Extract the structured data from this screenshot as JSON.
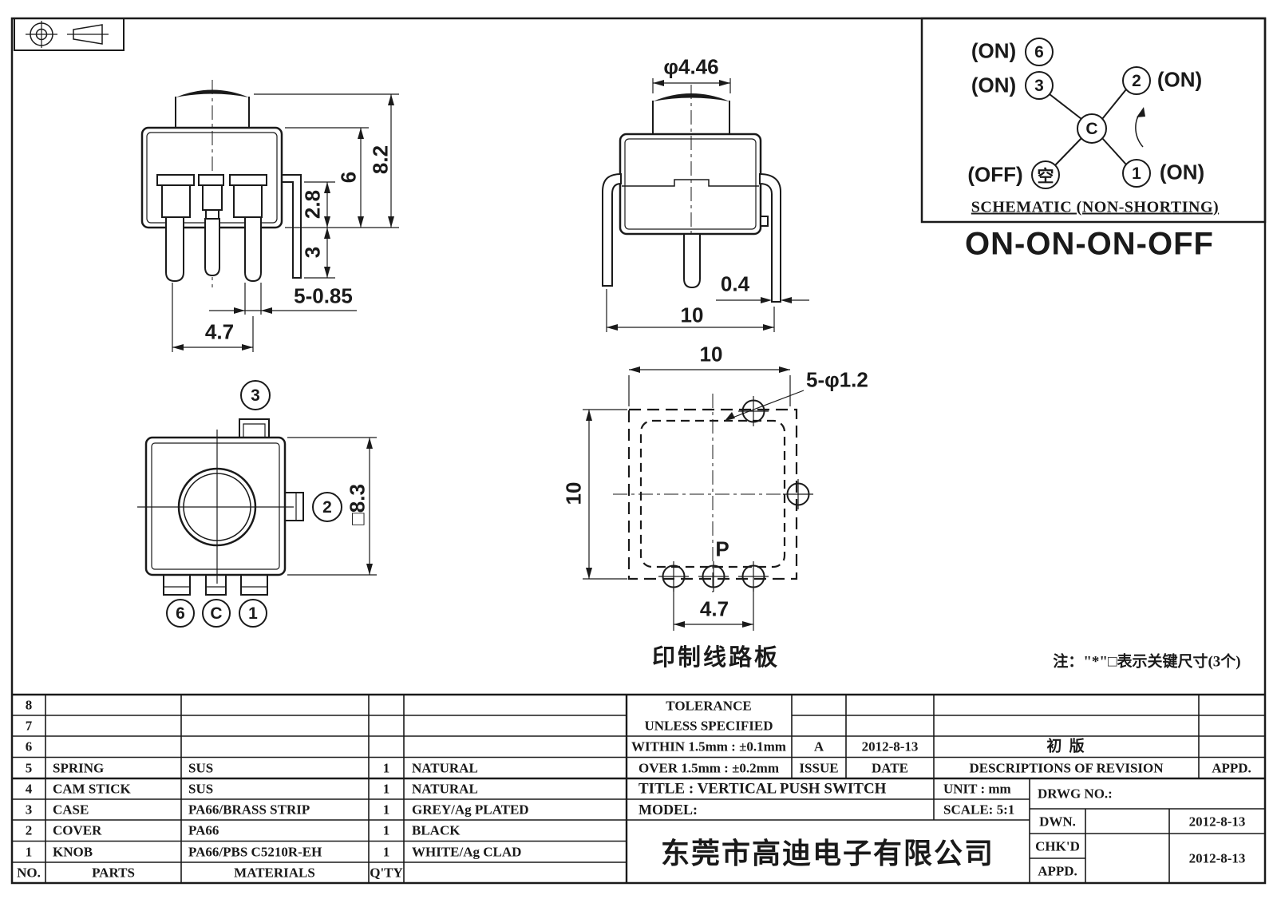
{
  "colors": {
    "ink": "#1a1a1a",
    "paper": "#ffffff"
  },
  "note": "注：\"*\"□表示关键尺寸(3个)",
  "side_view": {
    "dims": {
      "height_total": "8.2",
      "height_body": "6",
      "bracket_upper": "2.8",
      "bracket_lower": "3",
      "pin_width": "5-0.85",
      "pin_pitch": "4.7"
    }
  },
  "front_view": {
    "dims": {
      "knob_dia": "φ4.46",
      "pin_thickness": "0.4",
      "body_width": "10"
    }
  },
  "schematic": {
    "pole_6_state": "(ON)",
    "pole_6": "6",
    "pole_3_state": "(ON)",
    "pole_3": "3",
    "pole_2": "2",
    "pole_2_state": "(ON)",
    "common": "C",
    "pole_off_state": "(OFF)",
    "pole_empty": "空",
    "pole_1": "1",
    "pole_1_state": "(ON)",
    "caption": "SCHEMATIC (NON-SHORTING)",
    "function": "ON-ON-ON-OFF"
  },
  "top_view": {
    "terminal_3": "3",
    "terminal_2": "2",
    "terminal_6": "6",
    "terminal_c": "C",
    "terminal_1": "1",
    "dim_body": "□8.3"
  },
  "pcb_view": {
    "dim_width": "10",
    "dim_height": "10",
    "dim_holes": "5-φ1.2",
    "point_label": "P",
    "dim_pitch": "4.7",
    "caption": "印制线路板"
  },
  "parts_table": {
    "rows": [
      {
        "no": "8",
        "part": "",
        "material": "",
        "qty": "",
        "finish": ""
      },
      {
        "no": "7",
        "part": "",
        "material": "",
        "qty": "",
        "finish": ""
      },
      {
        "no": "6",
        "part": "",
        "material": "",
        "qty": "",
        "finish": ""
      },
      {
        "no": "5",
        "part": "SPRING",
        "material": "SUS",
        "qty": "1",
        "finish": "NATURAL"
      },
      {
        "no": "4",
        "part": "CAM STICK",
        "material": "SUS",
        "qty": "1",
        "finish": "NATURAL"
      },
      {
        "no": "3",
        "part": "CASE",
        "material": "PA66/BRASS STRIP",
        "qty": "1",
        "finish": "GREY/Ag PLATED"
      },
      {
        "no": "2",
        "part": "COVER",
        "material": "PA66",
        "qty": "1",
        "finish": "BLACK"
      },
      {
        "no": "1",
        "part": "KNOB",
        "material": "PA66/PBS C5210R-EH",
        "qty": "1",
        "finish": "WHITE/Ag CLAD"
      }
    ],
    "footer": {
      "no": "NO.",
      "parts": "PARTS",
      "materials": "MATERIALS",
      "qty": "Q'TY"
    }
  },
  "title_block": {
    "tolerance_line1": "TOLERANCE",
    "tolerance_line2": "UNLESS  SPECIFIED",
    "within": "WITHIN 1.5mm : ±0.1mm",
    "over": "OVER 1.5mm : ±0.2mm",
    "issue_value": "A",
    "issue_label": "ISSUE",
    "date_value": "2012-8-13",
    "date_label": "DATE",
    "revision_value": "初 版",
    "revision_label": "DESCRIPTIONS OF REVISION",
    "appd_label": "APPD.",
    "title": "TITLE :  VERTICAL PUSH SWITCH",
    "unit": "UNIT :  mm",
    "drwg_no": "DRWG NO.:",
    "model": "MODEL:",
    "scale": "SCALE:  5:1",
    "dwn_label": "DWN.",
    "chkd_label": "CHK'D",
    "appd2_label": "APPD.",
    "dwn_date": "2012-8-13",
    "chk_date": "2012-8-13",
    "company": "东莞市高迪电子有限公司"
  }
}
